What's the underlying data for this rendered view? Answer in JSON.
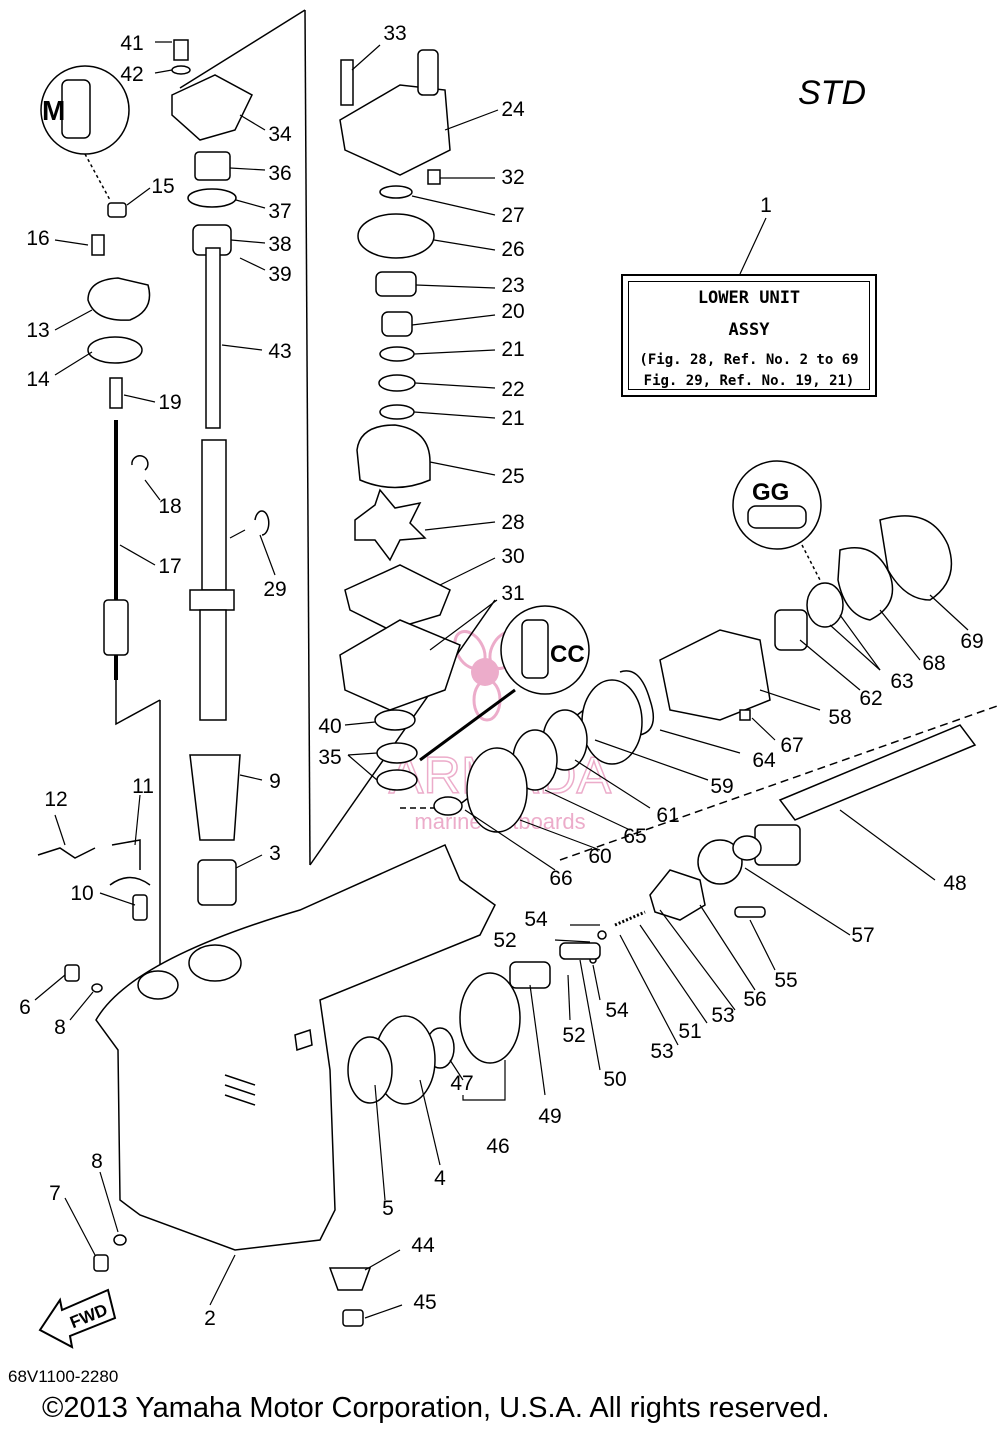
{
  "header": {
    "variant": "STD"
  },
  "assembly_box": {
    "ref_no": "1",
    "line1": "LOWER UNIT",
    "line2": "ASSY",
    "line3": "(Fig. 28, Ref. No. 2 to 69",
    "line4": "Fig. 29, Ref. No. 19, 21)"
  },
  "detail_callouts": {
    "sealant_top": "M",
    "grease_right": "GG",
    "grease_center": "CC"
  },
  "fwd_arrow_label": "FWD",
  "watermark": {
    "brand": "ARMADA",
    "tagline": "marine outboards",
    "color": "#e58ab5"
  },
  "drawing_number": "68V1100-2280",
  "copyright": "©2013 Yamaha Motor Corporation, U.S.A. All rights reserved.",
  "callouts": [
    {
      "id": "c1",
      "label": "1"
    },
    {
      "id": "c2",
      "label": "2"
    },
    {
      "id": "c3",
      "label": "3"
    },
    {
      "id": "c4",
      "label": "4"
    },
    {
      "id": "c5",
      "label": "5"
    },
    {
      "id": "c6",
      "label": "6"
    },
    {
      "id": "c7",
      "label": "7"
    },
    {
      "id": "c8a",
      "label": "8"
    },
    {
      "id": "c8b",
      "label": "8"
    },
    {
      "id": "c9",
      "label": "9"
    },
    {
      "id": "c10",
      "label": "10"
    },
    {
      "id": "c11",
      "label": "11"
    },
    {
      "id": "c12",
      "label": "12"
    },
    {
      "id": "c13",
      "label": "13"
    },
    {
      "id": "c14",
      "label": "14"
    },
    {
      "id": "c15",
      "label": "15"
    },
    {
      "id": "c16",
      "label": "16"
    },
    {
      "id": "c17",
      "label": "17"
    },
    {
      "id": "c18",
      "label": "18"
    },
    {
      "id": "c19",
      "label": "19"
    },
    {
      "id": "c20",
      "label": "20"
    },
    {
      "id": "c21a",
      "label": "21"
    },
    {
      "id": "c21b",
      "label": "21"
    },
    {
      "id": "c22",
      "label": "22"
    },
    {
      "id": "c23",
      "label": "23"
    },
    {
      "id": "c24",
      "label": "24"
    },
    {
      "id": "c25",
      "label": "25"
    },
    {
      "id": "c26",
      "label": "26"
    },
    {
      "id": "c27",
      "label": "27"
    },
    {
      "id": "c28",
      "label": "28"
    },
    {
      "id": "c29",
      "label": "29"
    },
    {
      "id": "c30",
      "label": "30"
    },
    {
      "id": "c31",
      "label": "31"
    },
    {
      "id": "c32",
      "label": "32"
    },
    {
      "id": "c33",
      "label": "33"
    },
    {
      "id": "c34",
      "label": "34"
    },
    {
      "id": "c35",
      "label": "35"
    },
    {
      "id": "c36",
      "label": "36"
    },
    {
      "id": "c37",
      "label": "37"
    },
    {
      "id": "c38",
      "label": "38"
    },
    {
      "id": "c39",
      "label": "39"
    },
    {
      "id": "c40",
      "label": "40"
    },
    {
      "id": "c41",
      "label": "41"
    },
    {
      "id": "c42",
      "label": "42"
    },
    {
      "id": "c43",
      "label": "43"
    },
    {
      "id": "c44",
      "label": "44"
    },
    {
      "id": "c45",
      "label": "45"
    },
    {
      "id": "c46",
      "label": "46"
    },
    {
      "id": "c47",
      "label": "47"
    },
    {
      "id": "c48",
      "label": "48"
    },
    {
      "id": "c49",
      "label": "49"
    },
    {
      "id": "c50",
      "label": "50"
    },
    {
      "id": "c51",
      "label": "51"
    },
    {
      "id": "c52a",
      "label": "52"
    },
    {
      "id": "c52b",
      "label": "52"
    },
    {
      "id": "c53a",
      "label": "53"
    },
    {
      "id": "c53b",
      "label": "53"
    },
    {
      "id": "c54a",
      "label": "54"
    },
    {
      "id": "c54b",
      "label": "54"
    },
    {
      "id": "c55",
      "label": "55"
    },
    {
      "id": "c56",
      "label": "56"
    },
    {
      "id": "c57",
      "label": "57"
    },
    {
      "id": "c58",
      "label": "58"
    },
    {
      "id": "c59",
      "label": "59"
    },
    {
      "id": "c60",
      "label": "60"
    },
    {
      "id": "c61",
      "label": "61"
    },
    {
      "id": "c62",
      "label": "62"
    },
    {
      "id": "c63",
      "label": "63"
    },
    {
      "id": "c64",
      "label": "64"
    },
    {
      "id": "c65",
      "label": "65"
    },
    {
      "id": "c66",
      "label": "66"
    },
    {
      "id": "c67",
      "label": "67"
    },
    {
      "id": "c68",
      "label": "68"
    },
    {
      "id": "c69",
      "label": "69"
    }
  ]
}
